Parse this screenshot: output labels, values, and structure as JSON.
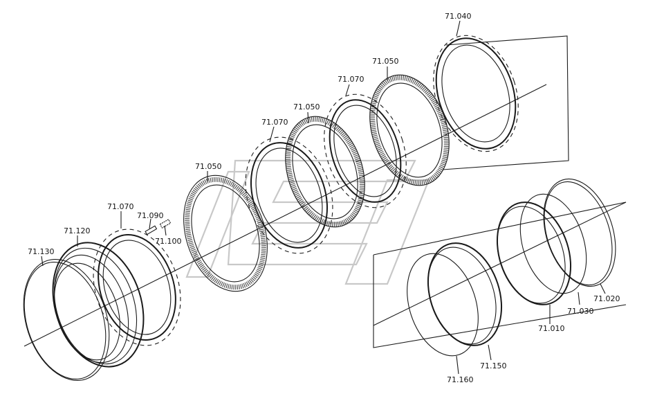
{
  "callouts": {
    "p71040": "71.040",
    "p71050_a": "71.050",
    "p71070_a": "71.070",
    "p71050_b": "71.050",
    "p71070_b": "71.070",
    "p71050_c": "71.050",
    "p71070_c": "71.070",
    "p71090": "71.090",
    "p71100": "71.100",
    "p71120": "71.120",
    "p71130": "71.130",
    "p71010": "71.010",
    "p71020": "71.020",
    "p71030": "71.030",
    "p71150": "71.150",
    "p71160": "71.160"
  }
}
